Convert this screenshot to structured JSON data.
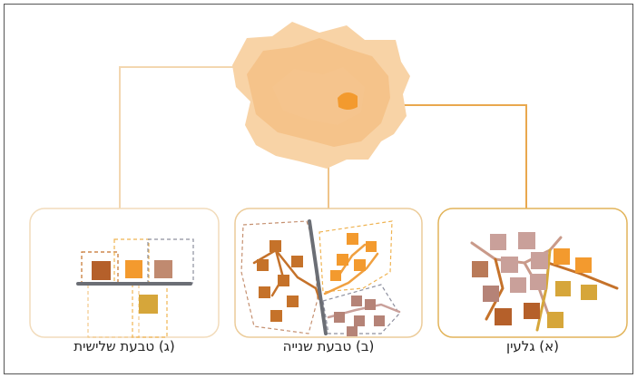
{
  "captions": {
    "panel_a": "(א) גלעין",
    "panel_b": "(ב) טבעת שנייה",
    "panel_c": "(ג) טבעת שלישית"
  },
  "colors": {
    "cloud_light": "#f8d3a6",
    "cloud_mid": "#f5bf85",
    "core": "#f39a2e",
    "panel_a_border": "#e2b45a",
    "panel_b_border": "#eccc9a",
    "panel_c_border": "#f2dcbc",
    "road": "#6b6e75",
    "street": "#c5722a"
  }
}
